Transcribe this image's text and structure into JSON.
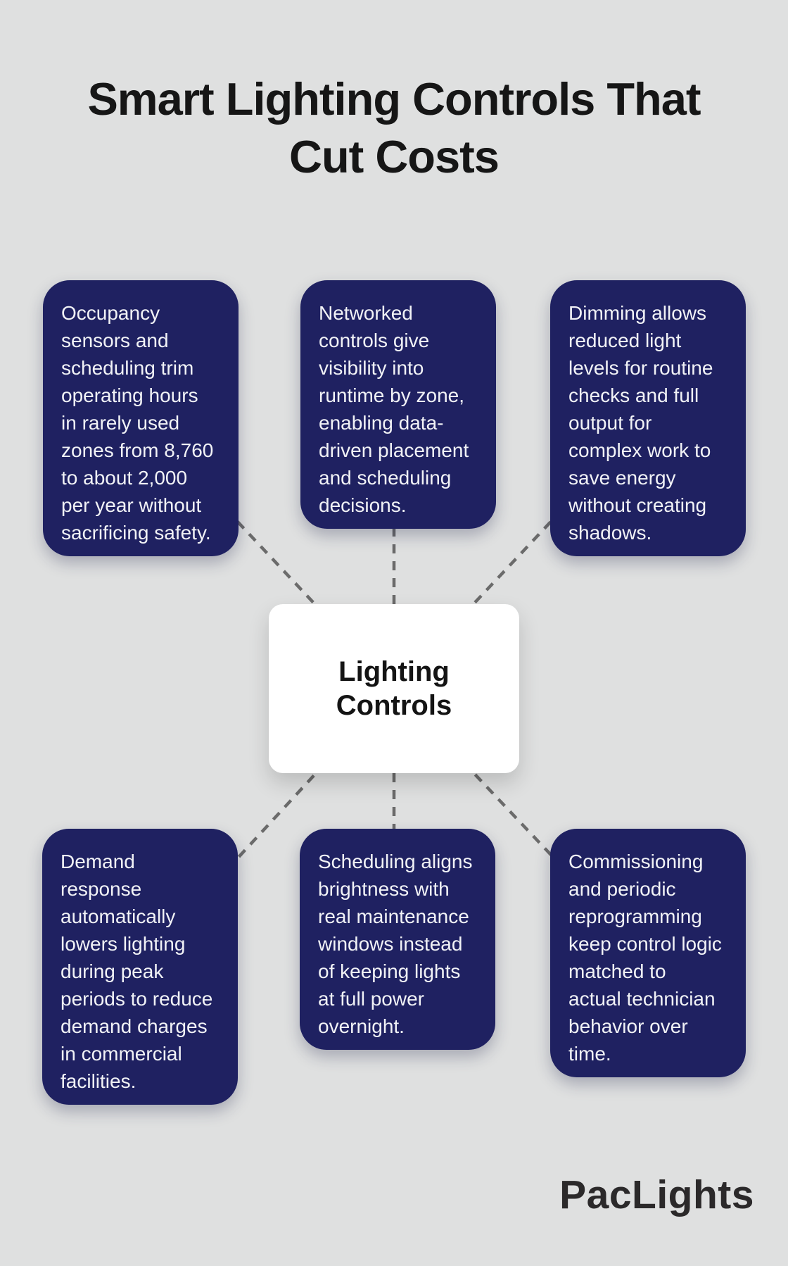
{
  "title": {
    "lines": [
      "Smart Lighting Controls That",
      "Cut Costs"
    ]
  },
  "center_node": {
    "label_lines": [
      "Lighting",
      "Controls"
    ]
  },
  "cards": [
    {
      "position": "top-left",
      "text_lines": [
        "Occupancy",
        "sensors and",
        "scheduling trim",
        "operating hours",
        "in rarely used",
        "zones from 8,760",
        "to about 2,000",
        "per year without",
        "sacrificing safety."
      ]
    },
    {
      "position": "top-middle",
      "text_lines": [
        "Networked",
        "controls give",
        "visibility into",
        "runtime by zone,",
        "enabling data-",
        "driven placement",
        "and scheduling",
        "decisions."
      ]
    },
    {
      "position": "top-right",
      "text_lines": [
        "Dimming allows",
        "reduced light",
        "levels for routine",
        "checks and full",
        "output for",
        "complex work to",
        "save energy",
        "without creating",
        "shadows."
      ]
    },
    {
      "position": "bottom-left",
      "text_lines": [
        "Demand",
        "response",
        "automatically",
        "lowers lighting",
        "during peak",
        "periods to reduce",
        "demand charges",
        "in commercial",
        "facilities."
      ]
    },
    {
      "position": "bottom-middle",
      "text_lines": [
        "Scheduling aligns",
        "brightness with",
        "real maintenance",
        "windows instead",
        "of keeping lights",
        "at full power",
        "overnight."
      ]
    },
    {
      "position": "bottom-right",
      "text_lines": [
        "Commissioning",
        "and periodic",
        "reprogramming",
        "keep control logic",
        "matched to",
        "actual technician",
        "behavior over",
        "time."
      ]
    }
  ],
  "brand": {
    "logo_text": "PacLights"
  },
  "colors": {
    "background": "#dfe0e0",
    "node_fill": "#1f2161",
    "node_text": "#f1f2f6",
    "center_fill": "#ffffff",
    "center_text": "#141414",
    "connector": "#6b6b6b",
    "title_text": "#161616",
    "logo_text": "#2b292a"
  }
}
